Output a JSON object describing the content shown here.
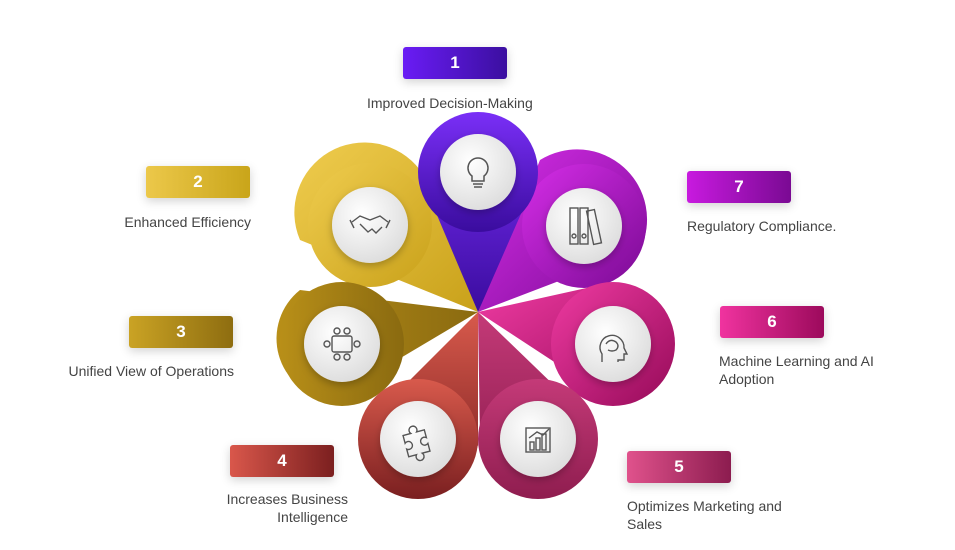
{
  "items": [
    {
      "number": "1",
      "label": "Improved Decision-Making",
      "icon": "lightbulb-icon",
      "color_from": "#6a1cf5",
      "color_to": "#3b0fa0"
    },
    {
      "number": "2",
      "label": "Enhanced Efficiency",
      "icon": "handshake-icon",
      "color_from": "#ecc84a",
      "color_to": "#c9a51a"
    },
    {
      "number": "3",
      "label": "Unified View of Operations",
      "icon": "meeting-table-icon",
      "color_from": "#caa324",
      "color_to": "#8e6d10"
    },
    {
      "number": "4",
      "label": "Increases Business Intelligence",
      "icon": "puzzle-icon",
      "color_from": "#d9574b",
      "color_to": "#7b1f1f"
    },
    {
      "number": "5",
      "label": "Optimizes Marketing and Sales",
      "icon": "growth-chart-icon",
      "color_from": "#e0528c",
      "color_to": "#8c1c4f"
    },
    {
      "number": "6",
      "label": "Machine Learning and AI Adoption",
      "icon": "brain-head-icon",
      "color_from": "#f0339f",
      "color_to": "#9c0a5c"
    },
    {
      "number": "7",
      "label": "Regulatory Compliance.",
      "icon": "binders-icon",
      "color_from": "#c81adf",
      "color_to": "#7a0a93"
    }
  ]
}
